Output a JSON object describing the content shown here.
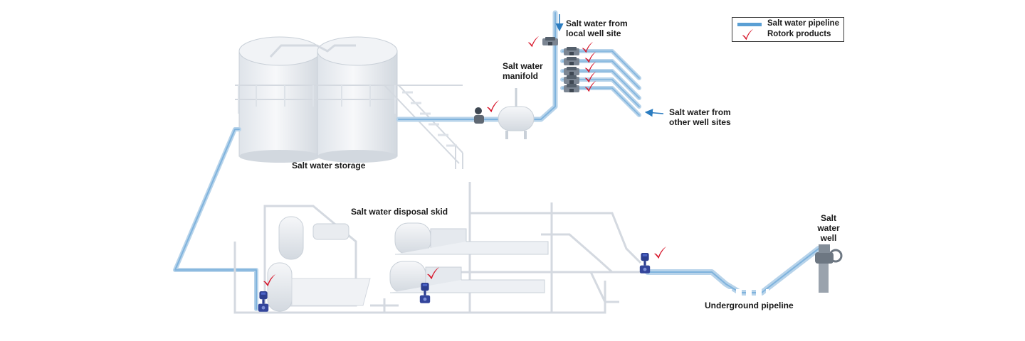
{
  "legend": {
    "pipeline_label": "Salt water pipeline",
    "products_label": "Rotork products",
    "pipeline_color": "#5a9fd4",
    "check_color": "#d7162a"
  },
  "labels": {
    "local_well": "Salt water from\nlocal well site",
    "manifold": "Salt water\nmanifold",
    "other_wells": "Salt water from\nother well sites",
    "storage": "Salt water storage",
    "skid": "Salt water disposal skid",
    "well": "Salt\nwater\nwell",
    "underground": "Underground pipeline"
  },
  "colors": {
    "equipment": "#eef1f5",
    "equipment_edge": "#c9d0d8",
    "actuator": "#2c3e8f",
    "arrow": "#2b7cc0"
  }
}
